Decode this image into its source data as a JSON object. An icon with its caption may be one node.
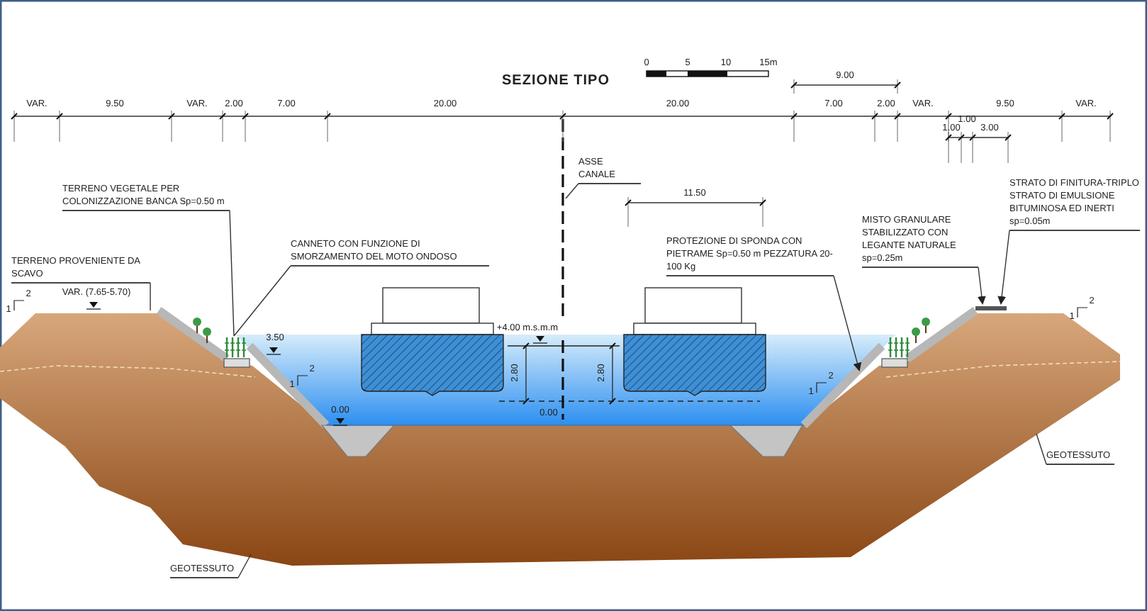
{
  "diagram": {
    "title": "SEZIONE TIPO",
    "nodes": [
      {
        "text": [
          "ASSE CANALE"
        ]
      },
      {
        "text": [
          "STRATO DI FINITURA-TRIPLO STRATO DI EMULSIONE BITUMINOSA ED INERTI sp=0.05m"
        ]
      },
      {
        "text": [
          "TERRENO VEGETALE PER COLONIZZAZIONE BANCA Sp=0.50 m"
        ]
      },
      {
        "text": [
          "MISTO GRANULARE STABILIZZATO CON LEGANTE NATURALE sp=0.25m"
        ]
      },
      {
        "text": [
          "PROTEZIONE DI SPONDA CON PIETRAME Sp=0.50 m PEZZATURA 20-100 Kg"
        ]
      },
      {
        "text": [
          "CANNETO CON FUNZIONE DI SMORZAMENTO DEL MOTO ONDOSO"
        ]
      },
      {
        "text": [
          "TERRENO PROVENIENTE DA SCAVO"
        ]
      },
      {
        "text": [
          "GEOTESSUTO"
        ]
      },
      {
        "text": [
          "GEOTESSUTO"
        ]
      },
      {
        "text": [],
        "shape": "picture"
      }
    ],
    "edges": [
      {
        "from": 0,
        "to": null,
        "arrow": "none"
      },
      {
        "from": 1,
        "to": null,
        "arrow": "to"
      },
      {
        "from": 2,
        "to": 9,
        "arrow": "none"
      },
      {
        "from": 3,
        "to": null,
        "arrow": "to"
      },
      {
        "from": 4,
        "to": null,
        "arrow": "to"
      },
      {
        "from": 5,
        "to": 9,
        "arrow": "none"
      },
      {
        "from": 6,
        "to": null,
        "arrow": "none"
      },
      {
        "from": 7,
        "to": null,
        "arrow": "none"
      },
      {
        "from": 8,
        "to": null,
        "arrow": "none"
      }
    ],
    "labels": [
      "0",
      "5",
      "10",
      "15m",
      "9.00",
      "VAR.",
      "9.50",
      "VAR.",
      "2.00",
      "7.00",
      "20.00",
      "20.00",
      "7.00",
      "2.00",
      "VAR.",
      "9.50",
      "VAR.",
      "1.00",
      "1.00",
      "3.00",
      "11.50",
      "VAR. (7.65-5.70)",
      "2",
      "1",
      "2",
      "1",
      "+4.00 m.s.m.m",
      "3.50",
      "2.80",
      "2.80",
      "2",
      "1",
      "2",
      "1",
      "0.00",
      "0.00"
    ]
  }
}
